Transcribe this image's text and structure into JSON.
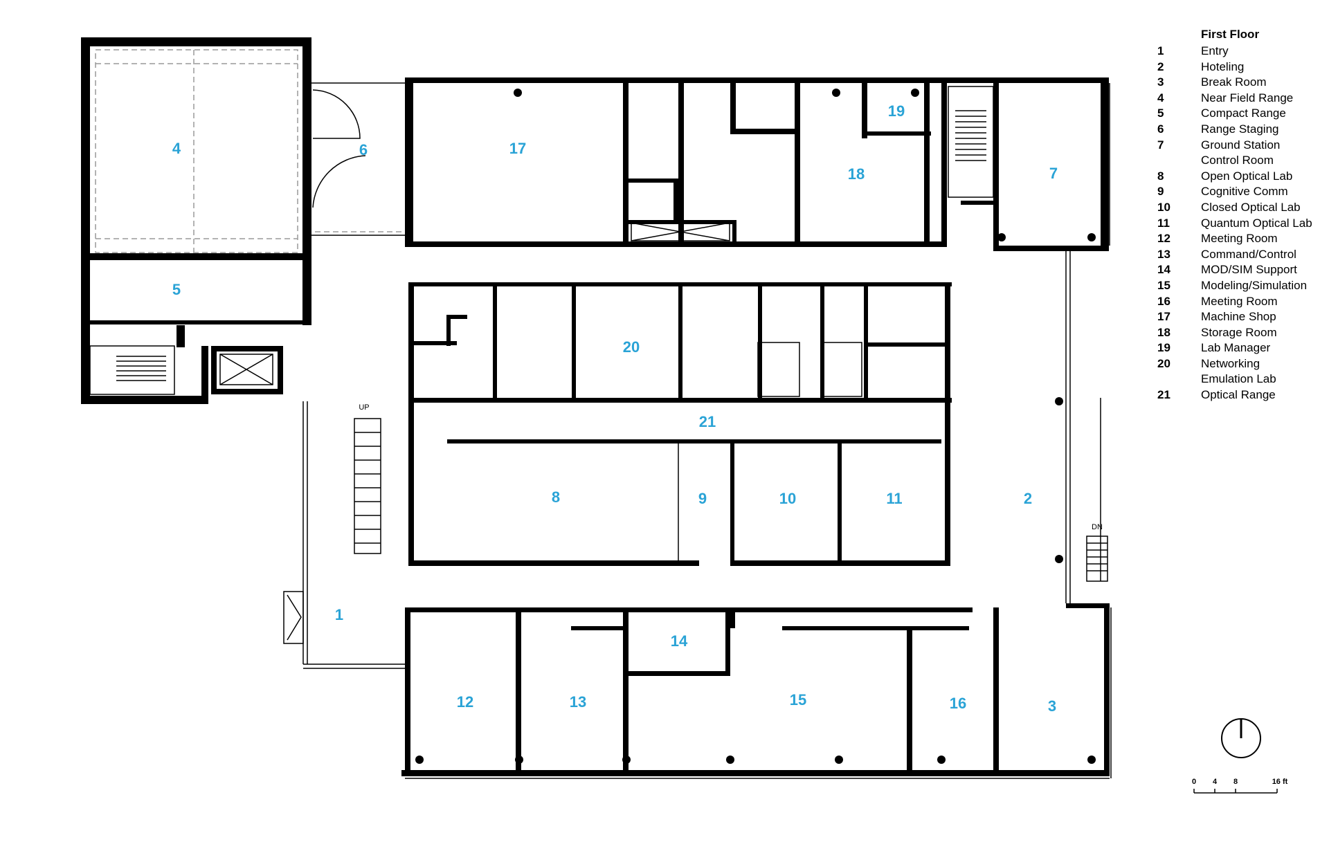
{
  "legend": {
    "title": "First Floor",
    "items": [
      {
        "num": "1",
        "name": "Entry"
      },
      {
        "num": "2",
        "name": "Hoteling"
      },
      {
        "num": "3",
        "name": "Break Room"
      },
      {
        "num": "4",
        "name": "Near Field Range"
      },
      {
        "num": "5",
        "name": "Compact Range"
      },
      {
        "num": "6",
        "name": "Range Staging"
      },
      {
        "num": "7",
        "name": "Ground Station"
      },
      {
        "num": "",
        "name": "Control Room"
      },
      {
        "num": "8",
        "name": "Open Optical Lab"
      },
      {
        "num": "9",
        "name": "Cognitive Comm"
      },
      {
        "num": "10",
        "name": "Closed Optical Lab"
      },
      {
        "num": "11",
        "name": "Quantum Optical Lab"
      },
      {
        "num": "12",
        "name": "Meeting Room"
      },
      {
        "num": "13",
        "name": "Command/Control"
      },
      {
        "num": "14",
        "name": "MOD/SIM Support"
      },
      {
        "num": "15",
        "name": "Modeling/Simulation"
      },
      {
        "num": "16",
        "name": "Meeting Room"
      },
      {
        "num": "17",
        "name": "Machine Shop"
      },
      {
        "num": "18",
        "name": "Storage Room"
      },
      {
        "num": "19",
        "name": "Lab Manager"
      },
      {
        "num": "20",
        "name": "Networking"
      },
      {
        "num": "",
        "name": "Emulation Lab"
      },
      {
        "num": "21",
        "name": "Optical Range"
      }
    ]
  },
  "rooms": {
    "r1": "1",
    "r2": "2",
    "r3": "3",
    "r4": "4",
    "r5": "5",
    "r6": "6",
    "r7": "7",
    "r8": "8",
    "r9": "9",
    "r10": "10",
    "r11": "11",
    "r12": "12",
    "r13": "13",
    "r14": "14",
    "r15": "15",
    "r16": "16",
    "r17": "17",
    "r18": "18",
    "r19": "19",
    "r20": "20",
    "r21": "21"
  },
  "stairs": {
    "up": "UP",
    "down": "DN"
  },
  "scale": {
    "t0": "0",
    "t4": "4",
    "t8": "8",
    "t16": "16 ft"
  },
  "colors": {
    "label": "#2aa3d6",
    "wall": "#000000"
  },
  "icons": {
    "north_arrow": "north-arrow-icon"
  }
}
